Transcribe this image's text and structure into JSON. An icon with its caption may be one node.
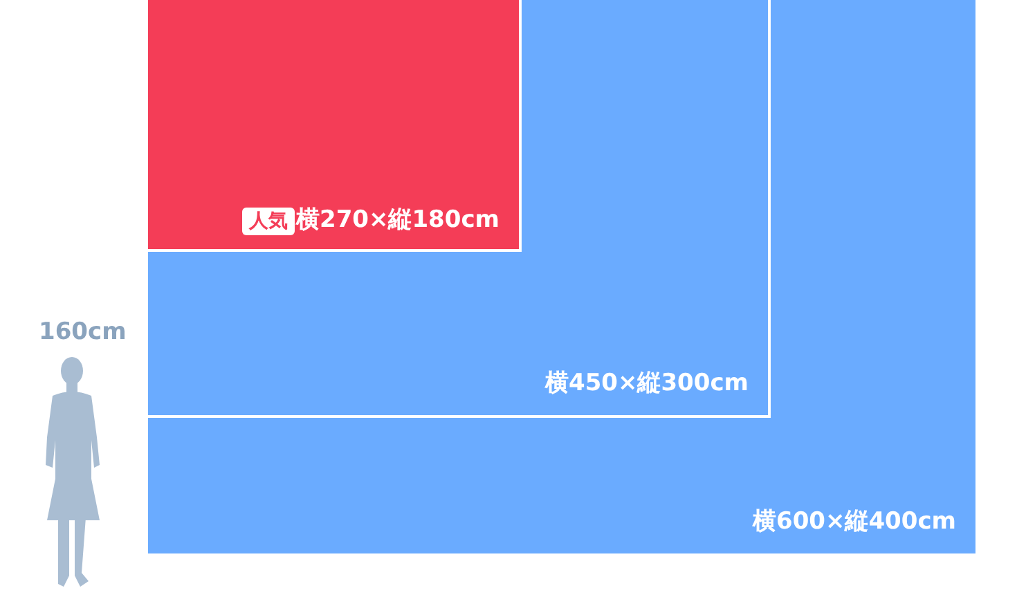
{
  "diagram": {
    "nodes": [
      {
        "text": [
          "横600×縦400cm"
        ]
      },
      {
        "text": [
          "横450×縦300cm"
        ],
        "in": 0
      },
      {
        "text": [
          "横270×縦180cm"
        ],
        "in": 1
      },
      {
        "text": [
          "人気"
        ],
        "in": 2
      }
    ],
    "labels": [
      "160cm"
    ]
  }
}
